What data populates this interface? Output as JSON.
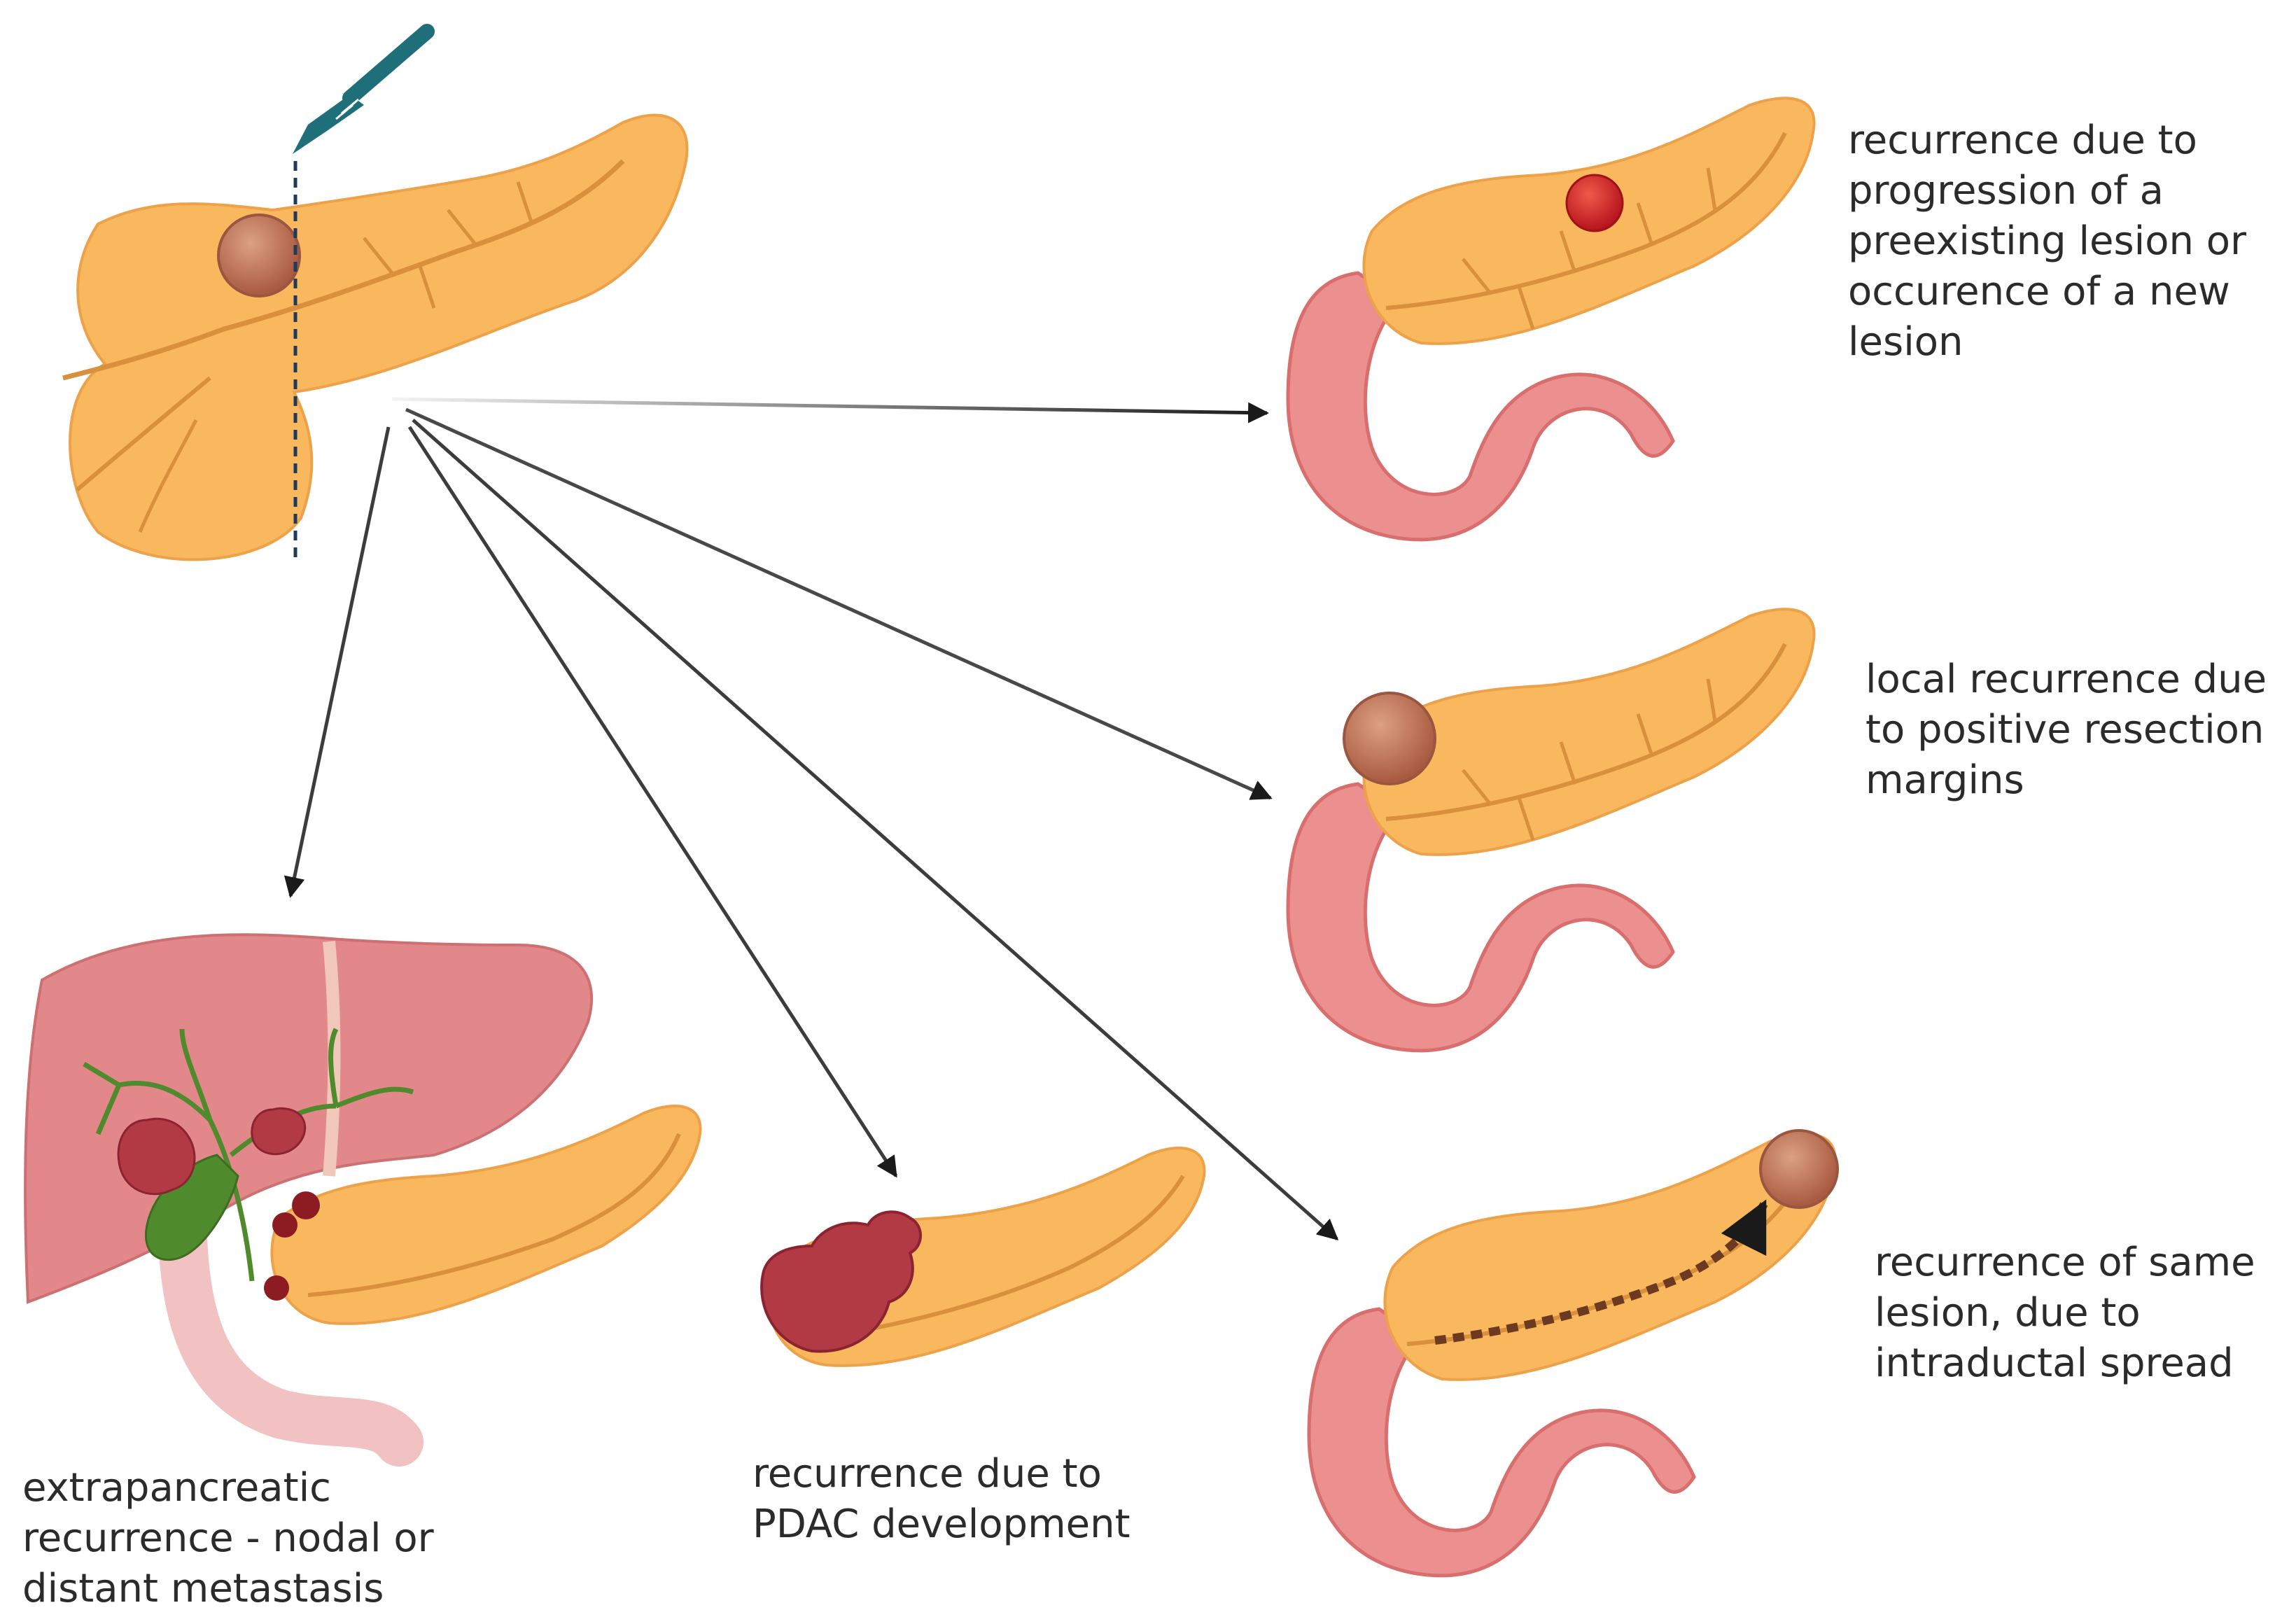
{
  "labels": {
    "new_lesion": "recurrence due to\nprogression of a\npreexisting lesion or\noccurence of a new\nlesion",
    "margins": "local recurrence due\nto positive resection\nmargins",
    "intraductal": "recurrence of same\nlesion, due to\nintraductal spread",
    "pdac": "recurrence due to\nPDAC development",
    "extrapancreatic": "extrapancreatic\nrecurrence - nodal or\ndistant metastasis"
  },
  "colors": {
    "pancreas": "#f9b75e",
    "pancreas_light": "#fccc84",
    "duct": "#d98f3c",
    "intestine": "#eb8f8f",
    "intestine_dark": "#d86e6e",
    "liver": "#e3888a",
    "tumor": "#c97a5e",
    "red_lesion": "#e0272b",
    "pdac_mass": "#b23a44",
    "gallbladder": "#4f8a2d",
    "scalpel": "#1f6f7a",
    "arrow": "#1a1a1a"
  }
}
